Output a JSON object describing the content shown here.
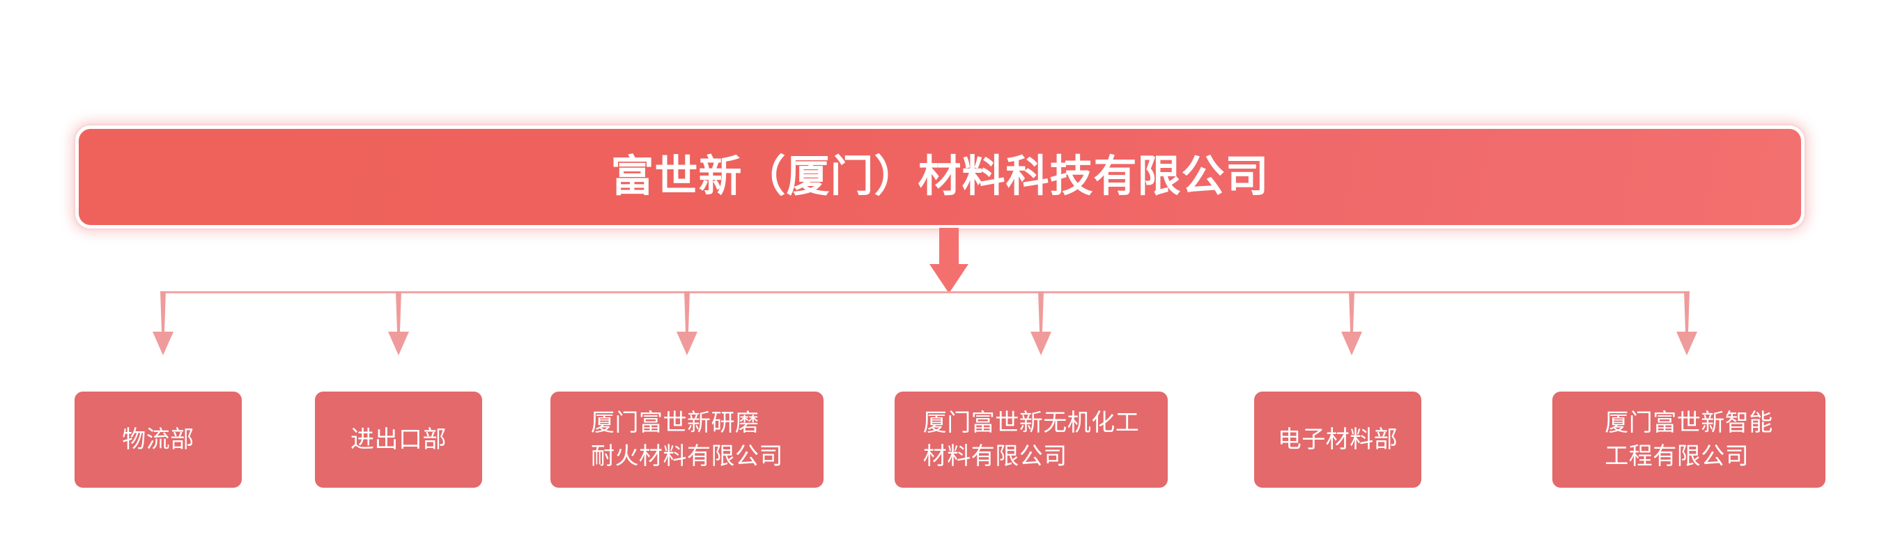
{
  "chart_data": {
    "type": "diagram",
    "diagram_kind": "organizational-chart",
    "title": "富世新（厦门）材料科技有限公司",
    "root": {
      "label": "富世新（厦门）材料科技有限公司"
    },
    "children": [
      {
        "label": "物流部",
        "lines": [
          "物流部"
        ],
        "width": "narrow"
      },
      {
        "label": "进出口部",
        "lines": [
          "进出口部"
        ],
        "width": "narrow"
      },
      {
        "label": "厦门富世新研磨耐火材料有限公司",
        "lines": [
          "厦门富世新研磨",
          "耐火材料有限公司"
        ],
        "width": "wide"
      },
      {
        "label": "厦门富世新无机化工材料有限公司",
        "lines": [
          "厦门富世新无机化工",
          "材料有限公司"
        ],
        "width": "wide"
      },
      {
        "label": "电子材料部",
        "lines": [
          "电子材料部"
        ],
        "width": "narrow"
      },
      {
        "label": "厦门富世新智能工程有限公司",
        "lines": [
          "厦门富世新智能",
          "工程有限公司"
        ],
        "width": "wide"
      }
    ],
    "child_count": 6,
    "colors": {
      "banner_gradient_start": "#ef625c",
      "banner_gradient_end": "#f2706f",
      "node_fill": "#e4696b",
      "connector_line": "#f3a3a3",
      "main_arrow": "#f4706f",
      "branch_arrow": "#f09b9b",
      "text": "#ffffff",
      "background": "#ffffff"
    }
  },
  "banner": {
    "title": "富世新（厦门）材料科技有限公司"
  },
  "nodes": [
    {
      "text": "物流部"
    },
    {
      "text": "进出口部"
    },
    {
      "text": "厦门富世新研磨\n耐火材料有限公司"
    },
    {
      "text": "厦门富世新无机化工\n材料有限公司"
    },
    {
      "text": "电子材料部"
    },
    {
      "text": "厦门富世新智能\n工程有限公司"
    }
  ],
  "icons": {
    "main_arrow": "arrow-down-icon",
    "branch_arrow": "arrow-down-small-icon"
  }
}
